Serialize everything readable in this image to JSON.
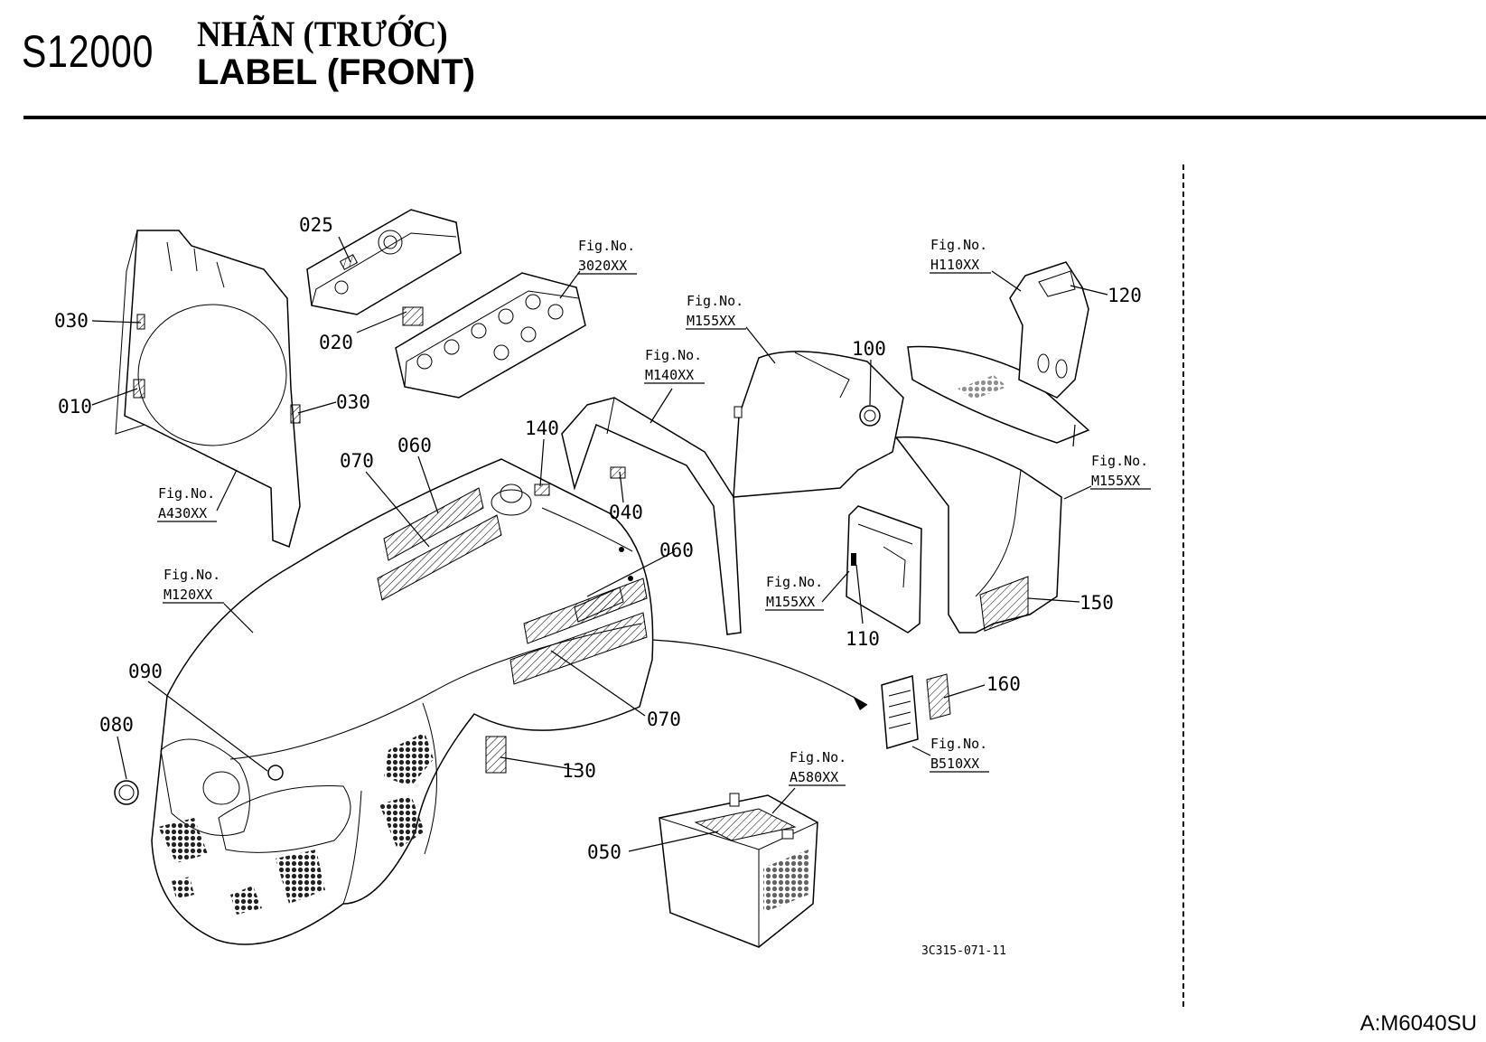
{
  "header": {
    "code": "S12000",
    "title_vi": "NHÃN (TRƯỚC)",
    "title_en": "LABEL (FRONT)"
  },
  "callouts": [
    "025",
    "020",
    "030",
    "010",
    "030",
    "070",
    "060",
    "140",
    "040",
    "100",
    "120",
    "060",
    "070",
    "090",
    "080",
    "130",
    "110",
    "150",
    "160",
    "050"
  ],
  "figure_refs": [
    {
      "label": "Fig.No.",
      "ref": "3020XX"
    },
    {
      "label": "Fig.No.",
      "ref": "H110XX"
    },
    {
      "label": "Fig.No.",
      "ref": "M155XX"
    },
    {
      "label": "Fig.No.",
      "ref": "M140XX"
    },
    {
      "label": "Fig.No.",
      "ref": "A430XX"
    },
    {
      "label": "Fig.No.",
      "ref": "M120XX"
    },
    {
      "label": "Fig.No.",
      "ref": "M155XX"
    },
    {
      "label": "Fig.No.",
      "ref": "M155XX"
    },
    {
      "label": "Fig.No.",
      "ref": "B510XX"
    },
    {
      "label": "Fig.No.",
      "ref": "A580XX"
    }
  ],
  "drawing_number": "3C315-071-11",
  "page_ref": "A:M6040SU"
}
